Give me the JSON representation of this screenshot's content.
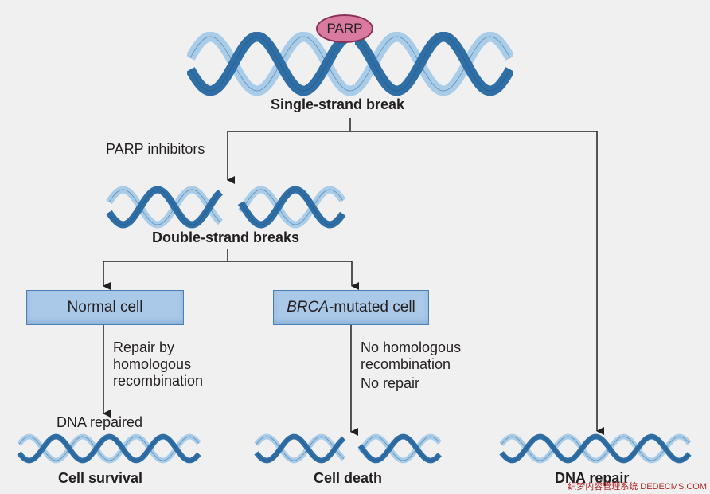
{
  "parp_label": "PARP",
  "single_strand_break": "Single-strand break",
  "parp_inhibitors": "PARP inhibitors",
  "double_strand_breaks": "Double-strand breaks",
  "normal_cell": "Normal cell",
  "brca_italic": "BRCA",
  "brca_rest": "-mutated cell",
  "repair_text": [
    "Repair by",
    "homologous",
    "recombination"
  ],
  "no_hr_text": [
    "No homologous",
    "recombination"
  ],
  "no_repair": "No repair",
  "dna_repaired": "DNA repaired",
  "cell_survival": "Cell survival",
  "cell_death": "Cell death",
  "dna_repair": "DNA repair",
  "watermark": "织梦内容管理系统 DEDECMS.COM",
  "colors": {
    "helix_dark": "#2f6fa6",
    "helix_light": "#a9cde8",
    "box_fill": "#aac8e8",
    "parp_fill": "#d97ba0",
    "line": "#231f20"
  }
}
